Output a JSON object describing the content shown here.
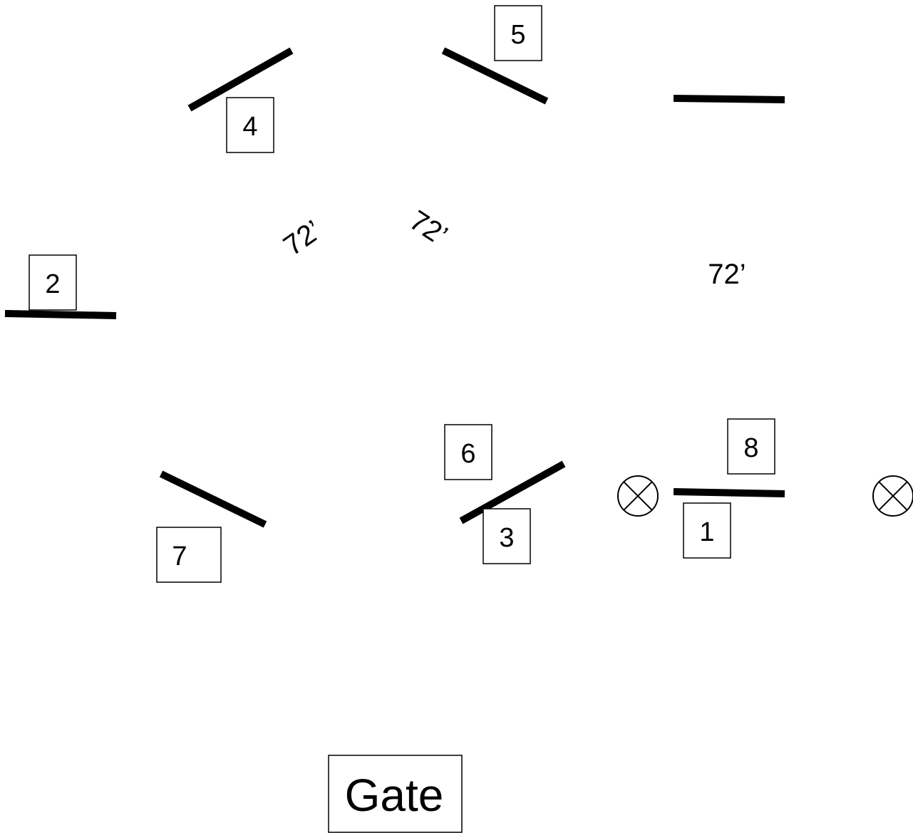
{
  "course": {
    "jump_numbers": {
      "j1": "1",
      "j2": "2",
      "j3": "3",
      "j4": "4",
      "j5": "5",
      "j6": "6",
      "j7": "7",
      "j8": "8"
    },
    "distances": {
      "left": "72’",
      "middle": "72’",
      "right": "72’"
    },
    "gate_label": "Gate"
  }
}
